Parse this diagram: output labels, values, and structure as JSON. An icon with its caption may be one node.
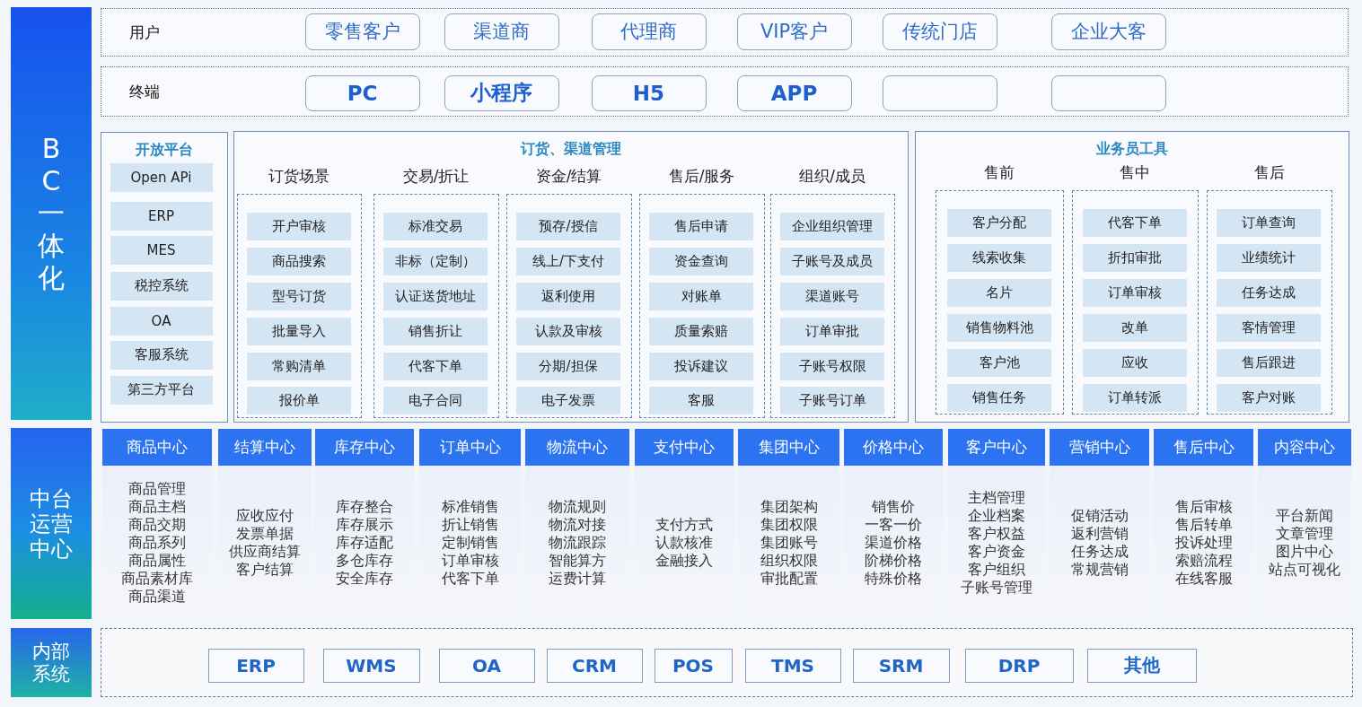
{
  "diagram": {
    "nodes": [
      {
        "text": [
          "BC一体化"
        ]
      },
      {
        "text": [
          "用户"
        ]
      },
      {
        "text": [
          "零售客户"
        ],
        "in": 1
      },
      {
        "text": [
          "渠道商"
        ],
        "in": 1
      },
      {
        "text": [
          "代理商"
        ],
        "in": 1
      },
      {
        "text": [
          "VIP客户"
        ],
        "in": 1
      },
      {
        "text": [
          "传统门店"
        ],
        "in": 1
      },
      {
        "text": [
          "企业大客"
        ],
        "in": 1
      },
      {
        "text": [
          "终端"
        ]
      },
      {
        "text": [
          "PC"
        ],
        "in": 8
      },
      {
        "text": [
          "小程序"
        ],
        "in": 8
      },
      {
        "text": [
          "H5"
        ],
        "in": 8
      },
      {
        "text": [
          "APP"
        ],
        "in": 8
      },
      {
        "text": [],
        "shape": "box",
        "in": 8
      },
      {
        "text": [],
        "shape": "box",
        "in": 8
      },
      {
        "text": [
          "开放平台"
        ]
      },
      {
        "text": [
          "Open APi"
        ],
        "in": 15
      },
      {
        "text": [
          "ERP"
        ],
        "in": 15
      },
      {
        "text": [
          "MES"
        ],
        "in": 15
      },
      {
        "text": [
          "税控系统"
        ],
        "in": 15
      },
      {
        "text": [
          "OA"
        ],
        "in": 15
      },
      {
        "text": [
          "客服系统"
        ],
        "in": 15
      },
      {
        "text": [
          "第三方平台"
        ],
        "in": 15
      },
      {
        "text": [
          "订货、渠道管理"
        ]
      },
      {
        "text": [
          "订货场景"
        ],
        "in": 23
      },
      {
        "text": [
          "开户审核"
        ],
        "in": 24
      },
      {
        "text": [
          "商品搜索"
        ],
        "in": 24
      },
      {
        "text": [
          "型号订货"
        ],
        "in": 24
      },
      {
        "text": [
          "批量导入"
        ],
        "in": 24
      },
      {
        "text": [
          "常购清单"
        ],
        "in": 24
      },
      {
        "text": [
          "报价单"
        ],
        "in": 24
      },
      {
        "text": [
          "交易/折让"
        ],
        "in": 23
      },
      {
        "text": [
          "标准交易"
        ],
        "in": 31
      },
      {
        "text": [
          "非标（定制）"
        ],
        "in": 31
      },
      {
        "text": [
          "认证送货地址"
        ],
        "in": 31
      },
      {
        "text": [
          "销售折让"
        ],
        "in": 31
      },
      {
        "text": [
          "代客下单"
        ],
        "in": 31
      },
      {
        "text": [
          "电子合同"
        ],
        "in": 31
      },
      {
        "text": [
          "资金/结算"
        ],
        "in": 23
      },
      {
        "text": [
          "预存/授信"
        ],
        "in": 38
      },
      {
        "text": [
          "线上/下支付"
        ],
        "in": 38
      },
      {
        "text": [
          "返利使用"
        ],
        "in": 38
      },
      {
        "text": [
          "认款及审核"
        ],
        "in": 38
      },
      {
        "text": [
          "分期/担保"
        ],
        "in": 38
      },
      {
        "text": [
          "电子发票"
        ],
        "in": 38
      },
      {
        "text": [
          "售后/服务"
        ],
        "in": 23
      },
      {
        "text": [
          "售后申请"
        ],
        "in": 45
      },
      {
        "text": [
          "资金查询"
        ],
        "in": 45
      },
      {
        "text": [
          "对账单"
        ],
        "in": 45
      },
      {
        "text": [
          "质量索赔"
        ],
        "in": 45
      },
      {
        "text": [
          "投诉建议"
        ],
        "in": 45
      },
      {
        "text": [
          "客服"
        ],
        "in": 45
      },
      {
        "text": [
          "组织/成员"
        ],
        "in": 23
      },
      {
        "text": [
          "企业组织管理"
        ],
        "in": 52
      },
      {
        "text": [
          "子账号及成员"
        ],
        "in": 52
      },
      {
        "text": [
          "渠道账号"
        ],
        "in": 52
      },
      {
        "text": [
          "订单审批"
        ],
        "in": 52
      },
      {
        "text": [
          "子账号权限"
        ],
        "in": 52
      },
      {
        "text": [
          "子账号订单"
        ],
        "in": 52
      },
      {
        "text": [
          "业务员工具"
        ]
      },
      {
        "text": [
          "售前"
        ],
        "in": 59
      },
      {
        "text": [
          "客户分配"
        ],
        "in": 60
      },
      {
        "text": [
          "线索收集"
        ],
        "in": 60
      },
      {
        "text": [
          "名片"
        ],
        "in": 60
      },
      {
        "text": [
          "销售物料池"
        ],
        "in": 60
      },
      {
        "text": [
          "客户池"
        ],
        "in": 60
      },
      {
        "text": [
          "销售任务"
        ],
        "in": 60
      },
      {
        "text": [
          "售中"
        ],
        "in": 59
      },
      {
        "text": [
          "代客下单"
        ],
        "in": 67
      },
      {
        "text": [
          "折扣审批"
        ],
        "in": 67
      },
      {
        "text": [
          "订单审核"
        ],
        "in": 67
      },
      {
        "text": [
          "改单"
        ],
        "in": 67
      },
      {
        "text": [
          "应收"
        ],
        "in": 67
      },
      {
        "text": [
          "订单转派"
        ],
        "in": 67
      },
      {
        "text": [
          "售后"
        ],
        "in": 59
      },
      {
        "text": [
          "订单查询"
        ],
        "in": 74
      },
      {
        "text": [
          "业绩统计"
        ],
        "in": 74
      },
      {
        "text": [
          "任务达成"
        ],
        "in": 74
      },
      {
        "text": [
          "客情管理"
        ],
        "in": 74
      },
      {
        "text": [
          "售后跟进"
        ],
        "in": 74
      },
      {
        "text": [
          "客户对账"
        ],
        "in": 74
      },
      {
        "text": [
          "中台运营中心"
        ]
      },
      {
        "text": [
          "商品中心",
          "商品管理",
          "商品主档",
          "商品交期",
          "商品系列",
          "商品属性",
          "商品素材库",
          "商品渠道"
        ]
      },
      {
        "text": [
          "结算中心",
          "应收应付",
          "发票单据",
          "供应商结算",
          "客户结算"
        ]
      },
      {
        "text": [
          "库存中心",
          "库存整合",
          "库存展示",
          "库存适配",
          "多仓库存",
          "安全库存"
        ]
      },
      {
        "text": [
          "订单中心",
          "标准销售",
          "折让销售",
          "定制销售",
          "订单审核",
          "代客下单"
        ]
      },
      {
        "text": [
          "物流中心",
          "物流规则",
          "物流对接",
          "物流跟踪",
          "智能算方",
          "运费计算"
        ]
      },
      {
        "text": [
          "支付中心",
          "支付方式",
          "认款核准",
          "金融接入"
        ]
      },
      {
        "text": [
          "集团中心",
          "集团架构",
          "集团权限",
          "集团账号",
          "组织权限",
          "审批配置"
        ]
      },
      {
        "text": [
          "价格中心",
          "销售价",
          "一客一价",
          "渠道价格",
          "阶梯价格",
          "特殊价格"
        ]
      },
      {
        "text": [
          "客户中心",
          "主档管理",
          "企业档案",
          "客户权益",
          "客户资金",
          "客户组织",
          "子账号管理"
        ]
      },
      {
        "text": [
          "营销中心",
          "促销活动",
          "返利营销",
          "任务达成",
          "常规营销"
        ]
      },
      {
        "text": [
          "售后中心",
          "售后审核",
          "售后转单",
          "投诉处理",
          "索赔流程",
          "在线客服"
        ]
      },
      {
        "text": [
          "内容中心",
          "平台新闻",
          "文章管理",
          "图片中心",
          "站点可视化"
        ]
      },
      {
        "text": [
          "内部系统"
        ]
      },
      {
        "text": [],
        "shape": "box"
      },
      {
        "text": [
          "ERP"
        ],
        "in": 95
      },
      {
        "text": [
          "WMS"
        ],
        "in": 95
      },
      {
        "text": [
          "OA"
        ],
        "in": 95
      },
      {
        "text": [
          "CRM"
        ],
        "in": 95
      },
      {
        "text": [
          "POS"
        ],
        "in": 95
      },
      {
        "text": [
          "TMS"
        ],
        "in": 95
      },
      {
        "text": [
          "SRM"
        ],
        "in": 95
      },
      {
        "text": [
          "DRP"
        ],
        "in": 95
      },
      {
        "text": [
          "其他"
        ],
        "in": 95
      }
    ]
  }
}
